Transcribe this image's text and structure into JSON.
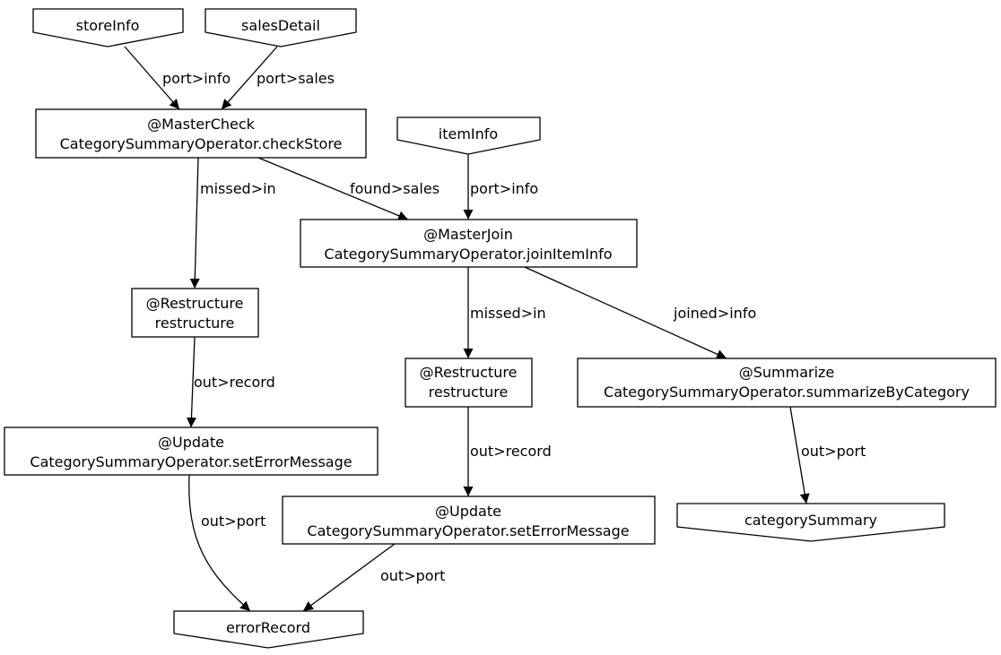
{
  "diagram": {
    "colors": {
      "stroke": "#000000",
      "fill": "#ffffff",
      "text": "#000000",
      "background": "#ffffff"
    },
    "nodes": {
      "store_info": {
        "label": "storeInfo",
        "kind": "input"
      },
      "sales_detail": {
        "label": "salesDetail",
        "kind": "input"
      },
      "item_info": {
        "label": "itemInfo",
        "kind": "input"
      },
      "check_store": {
        "line1": "@MasterCheck",
        "line2": "CategorySummaryOperator.checkStore",
        "kind": "operator"
      },
      "join_item_info": {
        "line1": "@MasterJoin",
        "line2": "CategorySummaryOperator.joinItemInfo",
        "kind": "operator"
      },
      "restructure_left": {
        "line1": "@Restructure",
        "line2": "restructure",
        "kind": "operator"
      },
      "restructure_mid": {
        "line1": "@Restructure",
        "line2": "restructure",
        "kind": "operator"
      },
      "summarize": {
        "line1": "@Summarize",
        "line2": "CategorySummaryOperator.summarizeByCategory",
        "kind": "operator"
      },
      "update_left": {
        "line1": "@Update",
        "line2": "CategorySummaryOperator.setErrorMessage",
        "kind": "operator"
      },
      "update_mid": {
        "line1": "@Update",
        "line2": "CategorySummaryOperator.setErrorMessage",
        "kind": "operator"
      },
      "category_summary": {
        "label": "categorySummary",
        "kind": "output"
      },
      "error_record": {
        "label": "errorRecord",
        "kind": "output"
      }
    },
    "edges": [
      {
        "id": "store-info-to-check-store",
        "from": "store_info",
        "to": "check_store",
        "label": "port>info"
      },
      {
        "id": "sales-detail-to-check-store",
        "from": "sales_detail",
        "to": "check_store",
        "label": "port>sales"
      },
      {
        "id": "check-store-to-restructure-left",
        "from": "check_store",
        "to": "restructure_left",
        "label": "missed>in"
      },
      {
        "id": "check-store-to-join-item-info",
        "from": "check_store",
        "to": "join_item_info",
        "label": "found>sales"
      },
      {
        "id": "item-info-to-join-item-info",
        "from": "item_info",
        "to": "join_item_info",
        "label": "port>info"
      },
      {
        "id": "join-item-info-to-restructure-mid",
        "from": "join_item_info",
        "to": "restructure_mid",
        "label": "missed>in"
      },
      {
        "id": "join-item-info-to-summarize",
        "from": "join_item_info",
        "to": "summarize",
        "label": "joined>info"
      },
      {
        "id": "restructure-left-to-update-left",
        "from": "restructure_left",
        "to": "update_left",
        "label": "out>record"
      },
      {
        "id": "restructure-mid-to-update-mid",
        "from": "restructure_mid",
        "to": "update_mid",
        "label": "out>record"
      },
      {
        "id": "summarize-to-category-summary",
        "from": "summarize",
        "to": "category_summary",
        "label": "out>port"
      },
      {
        "id": "update-left-to-error-record",
        "from": "update_left",
        "to": "error_record",
        "label": "out>port"
      },
      {
        "id": "update-mid-to-error-record",
        "from": "update_mid",
        "to": "error_record",
        "label": "out>port"
      }
    ]
  }
}
